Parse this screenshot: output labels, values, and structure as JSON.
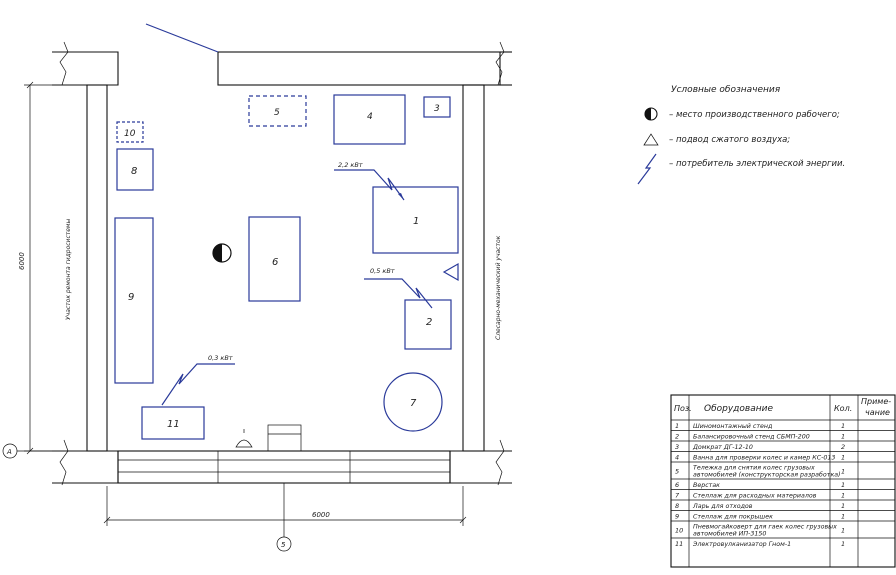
{
  "legend": {
    "title": "Условные обозначения",
    "items": [
      {
        "icon": "worker-place-icon",
        "text": "– место производственного рабочего;"
      },
      {
        "icon": "compressed-air-icon",
        "text": "– подвод сжатого воздуха;"
      },
      {
        "icon": "power-consumer-icon",
        "text": "– потребитель электрической энергии."
      }
    ]
  },
  "plan": {
    "left_zone": "Участок ремонта гидросистемы",
    "right_zone": "Слесарно-механический участок",
    "dim_bottom": "6000",
    "dim_left": "6000",
    "axis_a": "А",
    "axis_5": "5",
    "labels": {
      "e1": "1",
      "e2": "2",
      "e3": "3",
      "e4": "4",
      "e5": "5",
      "e6": "6",
      "e7": "7",
      "e8": "8",
      "e9": "9",
      "e10": "10",
      "e11": "11"
    },
    "power": {
      "p1": "2,2 кВт",
      "p2": "0,5 кВт",
      "p3": "0,3 кВт"
    }
  },
  "table": {
    "headers": {
      "pos": "Поз.",
      "equip": "Оборудование",
      "qty": "Кол.",
      "note1": "Приме-",
      "note2": "чание"
    },
    "rows": [
      {
        "pos": "1",
        "name": "Шиномонтажный стенд",
        "qty": "1"
      },
      {
        "pos": "2",
        "name": "Балансировочный стенд СБМП-200",
        "qty": "1"
      },
      {
        "pos": "3",
        "name": "Домкрат ДГ-12-10",
        "qty": "2"
      },
      {
        "pos": "4",
        "name": "Ванна для проверки колес и камер КС-013",
        "qty": "1"
      },
      {
        "pos": "5",
        "name": "Тележка для снятия колес грузовых",
        "name2": "автомобилей (конструкторская разработка)",
        "qty": "1"
      },
      {
        "pos": "6",
        "name": "Верстак",
        "qty": "1"
      },
      {
        "pos": "7",
        "name": "Стеллаж для расходных материалов",
        "qty": "1"
      },
      {
        "pos": "8",
        "name": "Ларь для отходов",
        "qty": "1"
      },
      {
        "pos": "9",
        "name": "Стеллаж для покрышек",
        "qty": "1"
      },
      {
        "pos": "10",
        "name": "Пневмогайковерт для гаек колес грузовых",
        "name2": "автомобилей ИП-3150",
        "qty": "1"
      },
      {
        "pos": "11",
        "name": "Электровулканизатор Гном-1",
        "qty": "1"
      }
    ]
  }
}
